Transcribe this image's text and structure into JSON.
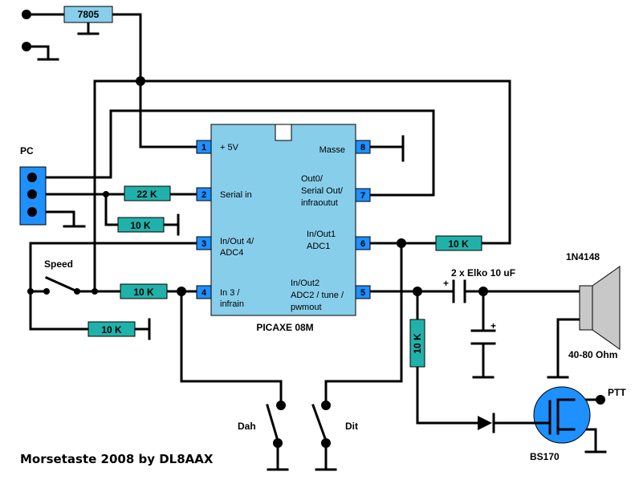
{
  "title": "Morsetaste 2008 by DL8AAX",
  "regulator": "7805",
  "chip": {
    "name": "PICAXE 08M",
    "left_pins": [
      {
        "num": "1",
        "label1": "+ 5V",
        "label2": ""
      },
      {
        "num": "2",
        "label1": "Serial in",
        "label2": ""
      },
      {
        "num": "3",
        "label1": "In/Out 4/",
        "label2": "ADC4"
      },
      {
        "num": "4",
        "label1": "In 3 /",
        "label2": "infrain"
      }
    ],
    "right_pins": [
      {
        "num": "8",
        "label1": "Masse",
        "label2": "",
        "label3": ""
      },
      {
        "num": "7",
        "label1": "Out0/",
        "label2": "Serial Out/",
        "label3": "infraoutut"
      },
      {
        "num": "6",
        "label1": "In/Out1",
        "label2": "ADC1",
        "label3": ""
      },
      {
        "num": "5",
        "label1": "In/Out2",
        "label2": "ADC2 / tune /",
        "label3": "pwmout"
      }
    ]
  },
  "resistors": {
    "r_serial": "22 K",
    "r_serial_pd": "10 K",
    "r_pin6": "10 K",
    "r_speed": "10 K",
    "r_in3_pd": "10 K",
    "r_ptt": "10 K"
  },
  "labels": {
    "pc": "PC",
    "speed": "Speed",
    "cap": "2 x Elko 10 uF",
    "cap_plus": "+",
    "diode": "1N4148",
    "speaker_ohm": "40-80 Ohm",
    "ptt": "PTT",
    "fet": "BS170",
    "dah": "Dah",
    "dit": "Dit"
  },
  "colors": {
    "chip": "#87ceeb",
    "pin": "#1e90ff",
    "resistor": "#20b2aa",
    "regulator": "#87ceeb",
    "connector": "#1e90ff",
    "fet": "#1e90ff",
    "speaker": "#c8c8c8"
  }
}
